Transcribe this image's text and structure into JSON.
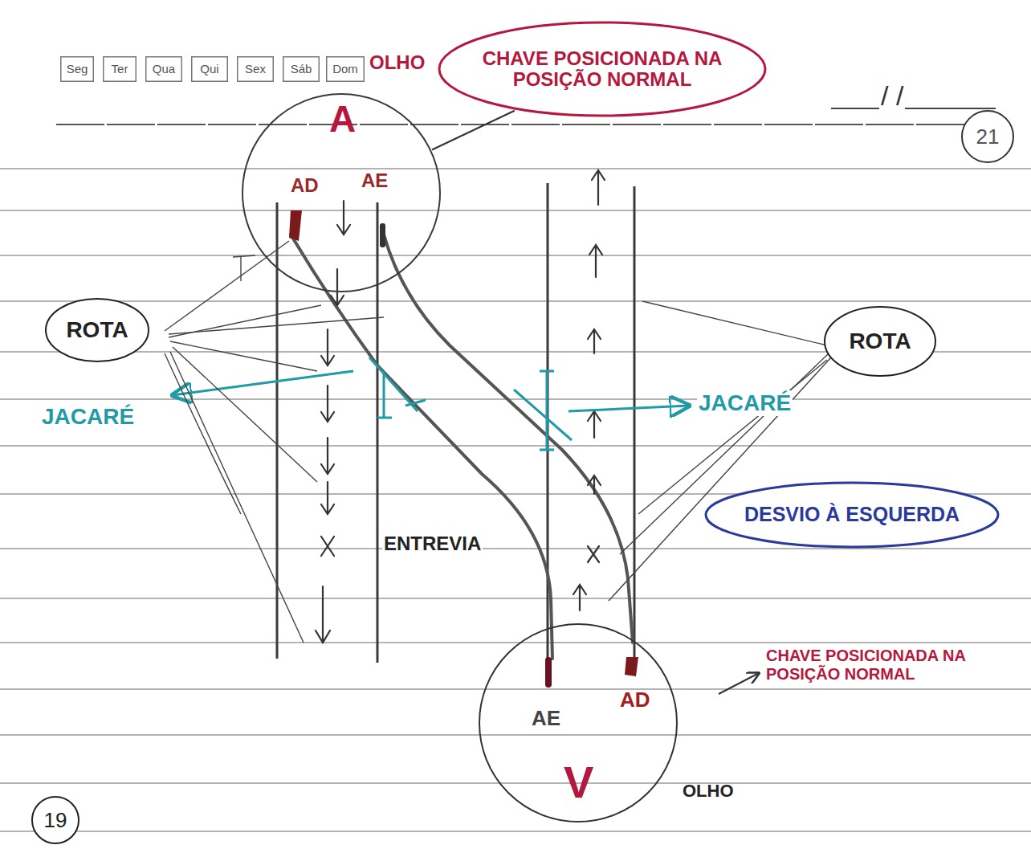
{
  "diagram": {
    "nodes": [
      {
        "text": [
          "Seg"
        ]
      },
      {
        "text": [
          "Ter"
        ]
      },
      {
        "text": [
          "Qua"
        ]
      },
      {
        "text": [
          "Qui"
        ]
      },
      {
        "text": [
          "Sex"
        ]
      },
      {
        "text": [
          "Sáb"
        ]
      },
      {
        "text": [
          "Dom"
        ]
      },
      {
        "text": [
          "CHAVE POSICIONADA NA POSIÇÃO NORMAL"
        ]
      },
      {
        "text": [
          "21"
        ]
      },
      {
        "text": [
          "A",
          "AD",
          "AE"
        ]
      },
      {
        "text": [
          "ROTA"
        ]
      },
      {
        "text": [
          "ROTA"
        ]
      },
      {
        "text": [
          "DESVIO À ESQUERDA"
        ]
      },
      {
        "text": [
          "AE",
          "AD",
          "V",
          "OLHO"
        ]
      },
      {
        "text": [
          "19"
        ]
      }
    ],
    "edges": [
      {
        "from": 7,
        "to": 9,
        "arrow": "none"
      }
    ],
    "labels": [
      "OLHO",
      "/ /",
      "JACARÉ",
      "JACARÉ",
      "ENTREVIA",
      "CHAVE POSICIONADA NA POSIÇÃO NORMAL"
    ]
  }
}
